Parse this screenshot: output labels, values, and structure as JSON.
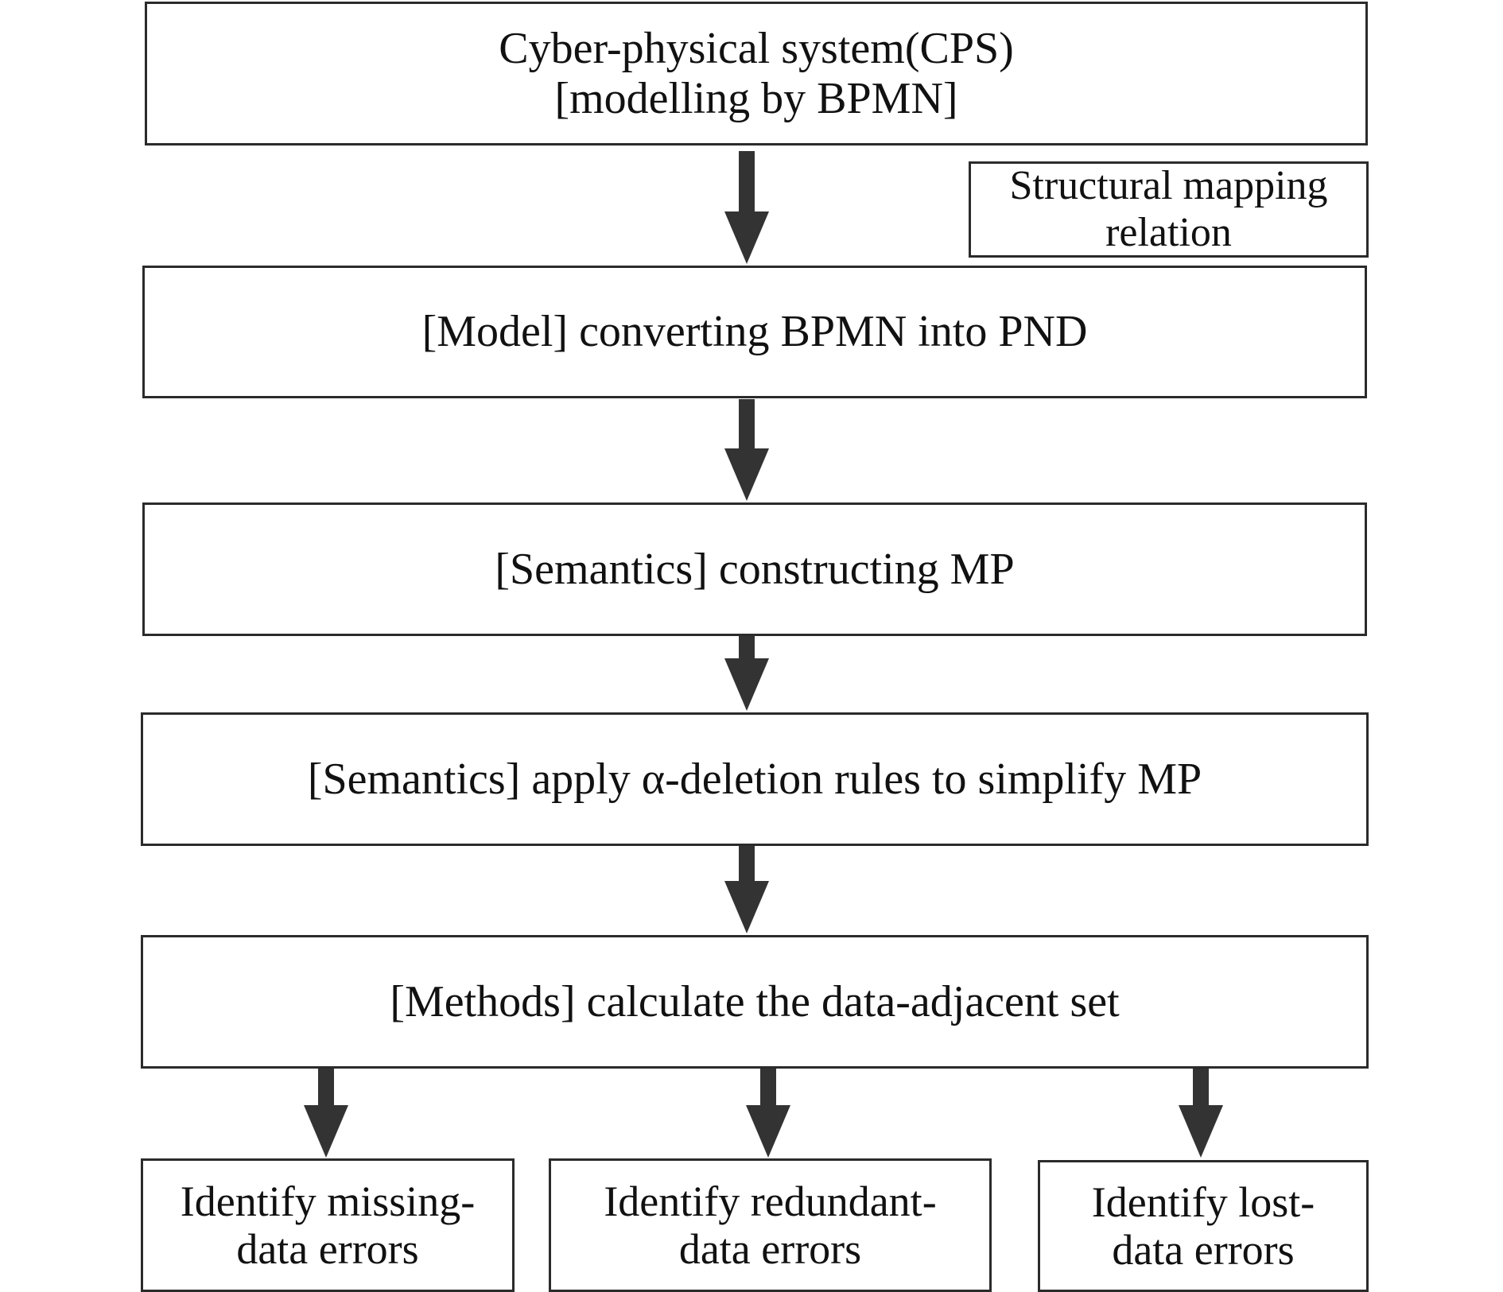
{
  "diagram": {
    "cps_box": {
      "line1": "Cyber-physical system(CPS)",
      "line2": "[modelling by BPMN]"
    },
    "mapping_note": {
      "line1": "Structural mapping",
      "line2": "relation"
    },
    "model_box": {
      "text": "[Model] converting BPMN into PND"
    },
    "semantics_construct_box": {
      "text": "[Semantics] constructing MP"
    },
    "semantics_simplify_box": {
      "text": "[Semantics] apply α-deletion rules to simplify MP"
    },
    "methods_box": {
      "text": "[Methods] calculate the data-adjacent set"
    },
    "outputs": [
      {
        "line1": "Identify missing-",
        "line2": "data errors"
      },
      {
        "line1": "Identify redundant-",
        "line2": "data errors"
      },
      {
        "line1": "Identify lost-",
        "line2": "data errors"
      }
    ],
    "colors": {
      "border": "#2b2b2b",
      "arrow": "#333333",
      "text": "#111111",
      "background": "#ffffff"
    }
  }
}
